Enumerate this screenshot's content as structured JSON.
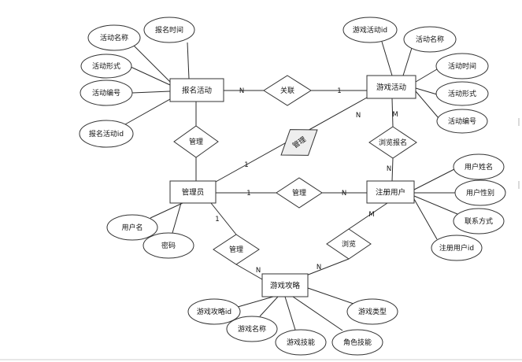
{
  "colors": {
    "shape_fill": "#ffffff",
    "shape_stroke": "#333333",
    "ghost_fill": "#eeeeee",
    "ghost_stroke": "#bbbbbb",
    "ghost_text": "#aaaaaa",
    "line": "#2b2b2b"
  },
  "entities": [
    {
      "id": "baoming",
      "label": "报名活动"
    },
    {
      "id": "youxi",
      "label": "游戏活动"
    },
    {
      "id": "admin",
      "label": "管理员"
    },
    {
      "id": "user",
      "label": "注册用户"
    },
    {
      "id": "guide",
      "label": "游戏攻略"
    }
  ],
  "relationships": [
    {
      "id": "r_guanlian",
      "label": "关联"
    },
    {
      "id": "r_guanli1",
      "label": "管理"
    },
    {
      "id": "r_guanli_ghost",
      "label": "管理"
    },
    {
      "id": "r_liulan",
      "label": "浏览报名"
    },
    {
      "id": "r_guanli2",
      "label": "管理"
    },
    {
      "id": "r_guanli3",
      "label": "管理"
    },
    {
      "id": "r_liulan2",
      "label": "浏览"
    }
  ],
  "attributes": [
    {
      "id": "a1",
      "label": "报名时间"
    },
    {
      "id": "a2",
      "label": "活动名称"
    },
    {
      "id": "a3",
      "label": "活动形式"
    },
    {
      "id": "a4",
      "label": "活动编号"
    },
    {
      "id": "a5",
      "label": "报名活动id"
    },
    {
      "id": "a6",
      "label": "游戏活动id"
    },
    {
      "id": "a7",
      "label": "活动名称"
    },
    {
      "id": "a8",
      "label": "活动时间"
    },
    {
      "id": "a9",
      "label": "活动形式"
    },
    {
      "id": "a10",
      "label": "活动编号"
    },
    {
      "id": "a11",
      "label": "用户名"
    },
    {
      "id": "a12",
      "label": "密码"
    },
    {
      "id": "a13",
      "label": "用户姓名"
    },
    {
      "id": "a14",
      "label": "用户性别"
    },
    {
      "id": "a15",
      "label": "联系方式"
    },
    {
      "id": "a16",
      "label": "注册用户id"
    },
    {
      "id": "a17",
      "label": "游戏攻略id"
    },
    {
      "id": "a18",
      "label": "游戏名称"
    },
    {
      "id": "a19",
      "label": "游戏技能"
    },
    {
      "id": "a20",
      "label": "角色技能"
    },
    {
      "id": "a21",
      "label": "游戏类型"
    }
  ],
  "cardinalities": [
    {
      "id": "c1",
      "label": "N"
    },
    {
      "id": "c2",
      "label": "1"
    },
    {
      "id": "c3",
      "label": "M"
    },
    {
      "id": "c4",
      "label": "N"
    },
    {
      "id": "c5",
      "label": "1"
    },
    {
      "id": "c6",
      "label": "N"
    },
    {
      "id": "c7",
      "label": "1"
    },
    {
      "id": "c8",
      "label": "N"
    },
    {
      "id": "c9",
      "label": "1"
    },
    {
      "id": "c10",
      "label": "N"
    },
    {
      "id": "c11",
      "label": "M"
    },
    {
      "id": "c12",
      "label": "N"
    }
  ]
}
